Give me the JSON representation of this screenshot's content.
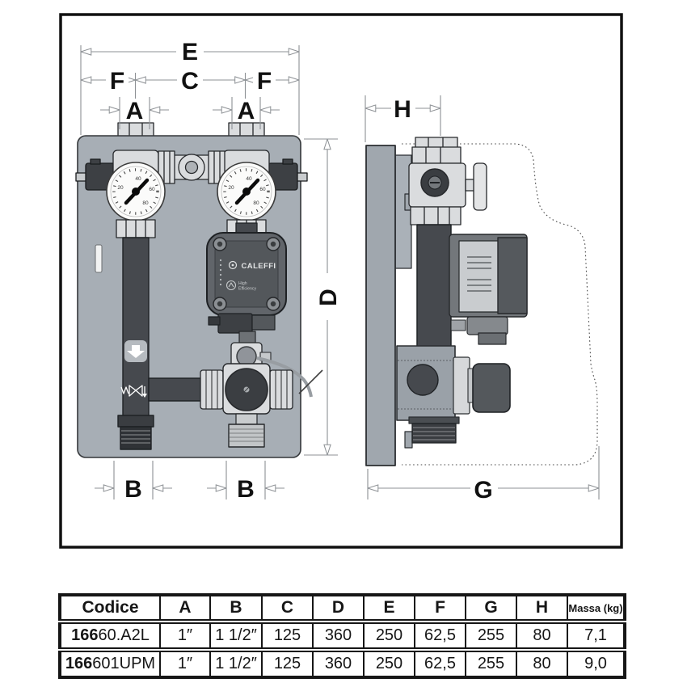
{
  "drawing": {
    "dims": {
      "E": "E",
      "F1": "F",
      "C": "C",
      "F2": "F",
      "A1": "A",
      "A2": "A",
      "D": "D",
      "H": "H",
      "B1": "B",
      "B2": "B",
      "G": "G"
    },
    "gauge_numbers": [
      "20",
      "40",
      "60",
      "80"
    ],
    "pump": {
      "brand": "CALEFFI",
      "eff1": "High",
      "eff2": "Efficiency"
    }
  },
  "table": {
    "col_codice": "Codice",
    "cols": [
      "A",
      "B",
      "C",
      "D",
      "E",
      "F",
      "G",
      "H"
    ],
    "col_massa": "Massa (kg)",
    "rows": [
      {
        "code_bold": "166",
        "code_rest": "60.A2L",
        "values": [
          "1″",
          "1 1/2″",
          "125",
          "360",
          "250",
          "62,5",
          "255",
          "80"
        ],
        "massa": "7,1"
      },
      {
        "code_bold": "166",
        "code_rest": "601UPM",
        "values": [
          "1″",
          "1 1/2″",
          "125",
          "360",
          "250",
          "62,5",
          "255",
          "80"
        ],
        "massa": "9,0"
      }
    ]
  },
  "colors": {
    "panel": "#a7aeb5",
    "pipe_dark": "#46494e",
    "fitting_light": "#dadcde",
    "dim_line": "#8c9094",
    "pump_body": "#61656a",
    "outline": "#1f2225"
  }
}
